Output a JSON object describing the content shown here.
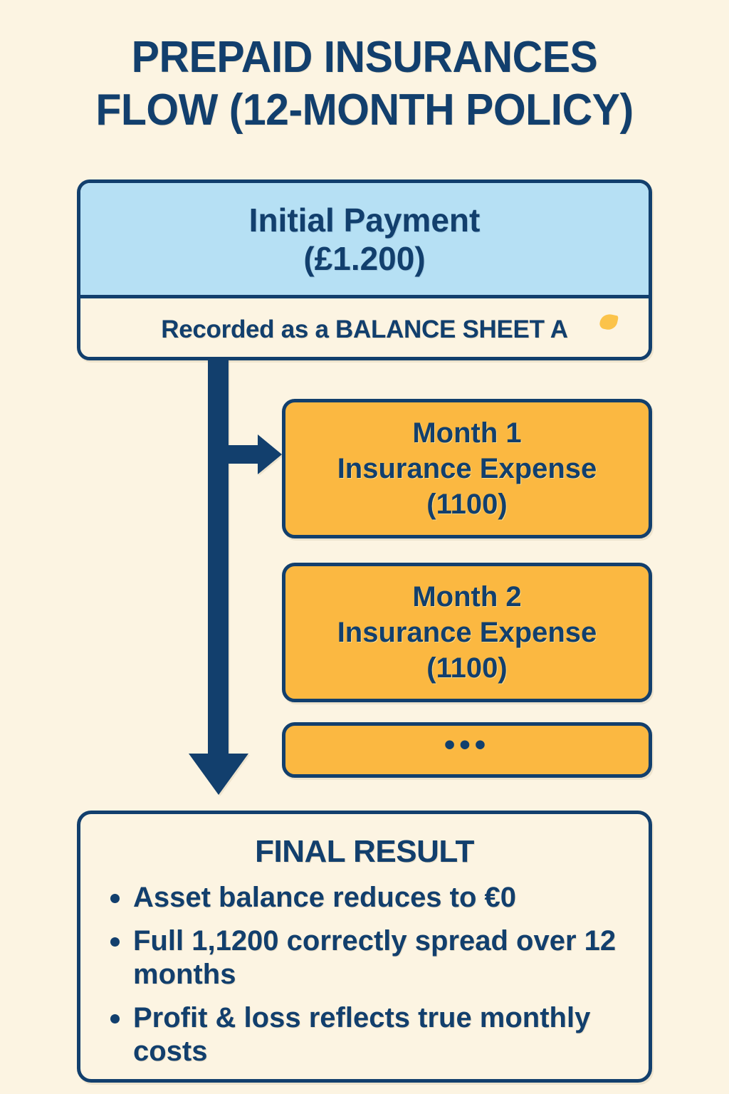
{
  "title": {
    "line1": "PREPAID INSURANCES",
    "line2": "FLOW (12-MONTH POLICY)"
  },
  "colors": {
    "background": "#FCF4E2",
    "navy": "#123F6D",
    "light_blue": "#B6E0F4",
    "orange": "#FBB841",
    "cursor_yellow": "#FBC34A"
  },
  "initial_payment": {
    "heading_line1": "Initial Payment",
    "heading_line2": "(£1.200)",
    "note": "Recorded as a BALANCE SHEET A"
  },
  "months": [
    {
      "label": "Month 1",
      "description": "Insurance Expense",
      "amount": "(1100)"
    },
    {
      "label": "Month 2",
      "description": "Insurance Expense",
      "amount": "(1100)"
    }
  ],
  "more_box": {
    "dots": "•••"
  },
  "final_result": {
    "heading": "FINAL RESULT",
    "bullets": [
      "Asset balance reduces to €0",
      "Full 1,1200 correctly spread over 12 months",
      "Profit & loss reflects true monthly costs"
    ]
  }
}
